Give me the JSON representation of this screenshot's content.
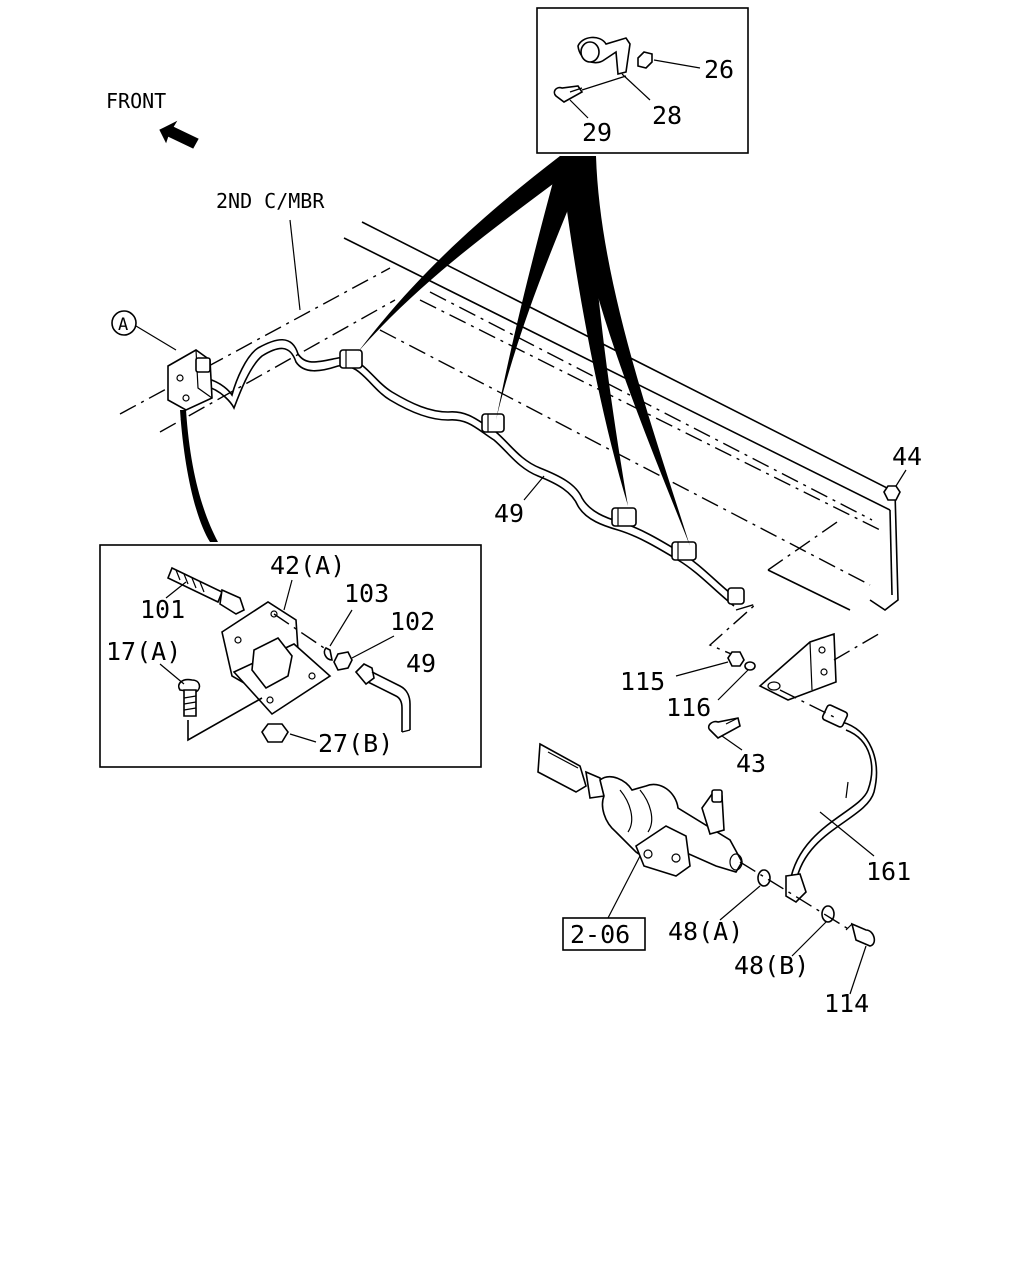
{
  "orientation": {
    "front_label": "FRONT",
    "arrow_icon": "front-direction-arrow"
  },
  "frame_label": "2ND C/MBR",
  "view_marker": "A",
  "ref_box": "2-06",
  "callouts": {
    "p26": "26",
    "p28": "28",
    "p29": "29",
    "p44": "44",
    "p49_main": "49",
    "p42A": "42(A)",
    "p101": "101",
    "p103": "103",
    "p102": "102",
    "p17A": "17(A)",
    "p49_detail": "49",
    "p27B": "27(B)",
    "p115": "115",
    "p116": "116",
    "p43": "43",
    "p161": "161",
    "p48A": "48(A)",
    "p48B": "48(B)",
    "p114": "114"
  }
}
